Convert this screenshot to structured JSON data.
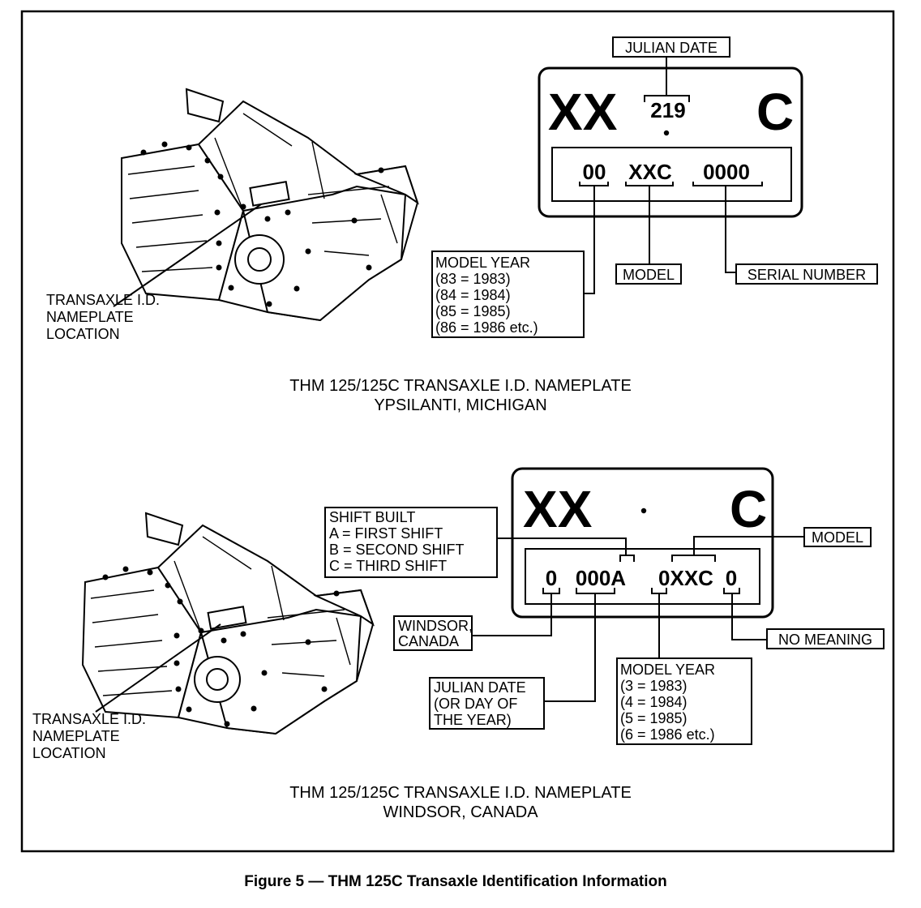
{
  "top": {
    "illustration_label": [
      "TRANSAXLE I.D.",
      "NAMEPLATE",
      "LOCATION"
    ],
    "plate": {
      "big_left": "XX",
      "big_right": "C",
      "julian_number": "219",
      "code_year": "00",
      "code_model": "XXC",
      "code_serial": "0000"
    },
    "callouts": {
      "julian_date": "JULIAN DATE",
      "model": "MODEL",
      "serial_number": "SERIAL NUMBER",
      "model_year": [
        "MODEL YEAR",
        "(83 = 1983)",
        "(84 = 1984)",
        "(85 = 1985)",
        "(86 = 1986 etc.)"
      ]
    },
    "caption": [
      "THM 125/125C TRANSAXLE I.D. NAMEPLATE",
      "YPSILANTI, MICHIGAN"
    ]
  },
  "bottom": {
    "illustration_label": [
      "TRANSAXLE I.D.",
      "NAMEPLATE",
      "LOCATION"
    ],
    "plate": {
      "big_left": "XX",
      "big_right": "C",
      "code_plant": "0",
      "code_julian": "000A",
      "code_year_model": "0XXC",
      "code_last": "0"
    },
    "callouts": {
      "shift_built": [
        "SHIFT BUILT",
        "A  =  FIRST SHIFT",
        "B  =  SECOND SHIFT",
        "C  =  THIRD SHIFT"
      ],
      "model": "MODEL",
      "windsor": [
        "WINDSOR,",
        "CANADA"
      ],
      "no_meaning": "NO MEANING",
      "julian_date": [
        "JULIAN DATE",
        "(OR DAY OF",
        "THE YEAR)"
      ],
      "model_year": [
        "MODEL YEAR",
        "(3  =  1983)",
        "(4  =  1984)",
        "(5  =  1985)",
        "(6  =  1986 etc.)"
      ]
    },
    "caption": [
      "THM 125/125C TRANSAXLE I.D. NAMEPLATE",
      "WINDSOR, CANADA"
    ]
  },
  "figure_caption": "Figure 5 — THM 125C Transaxle Identification Information"
}
